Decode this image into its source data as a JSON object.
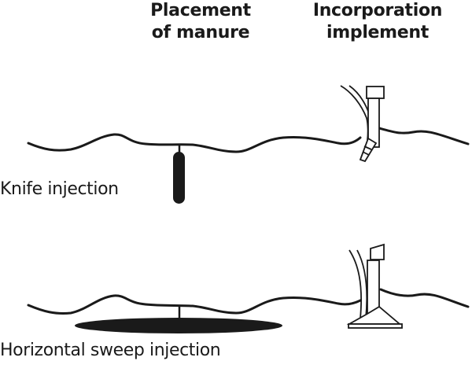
{
  "headers": {
    "placement": [
      "Placement",
      "of manure"
    ],
    "incorporation": [
      "Incorporation",
      "implement"
    ]
  },
  "rows": [
    {
      "id": "knife",
      "label": "Knife injection",
      "manure_shape": "vertical band",
      "implement": "knife shank"
    },
    {
      "id": "sweep",
      "label": "Horizontal sweep injection",
      "manure_shape": "horizontal layer",
      "implement": "sweep shank"
    }
  ],
  "colors": {
    "ink": "#1a1a1a",
    "background": "#ffffff"
  }
}
